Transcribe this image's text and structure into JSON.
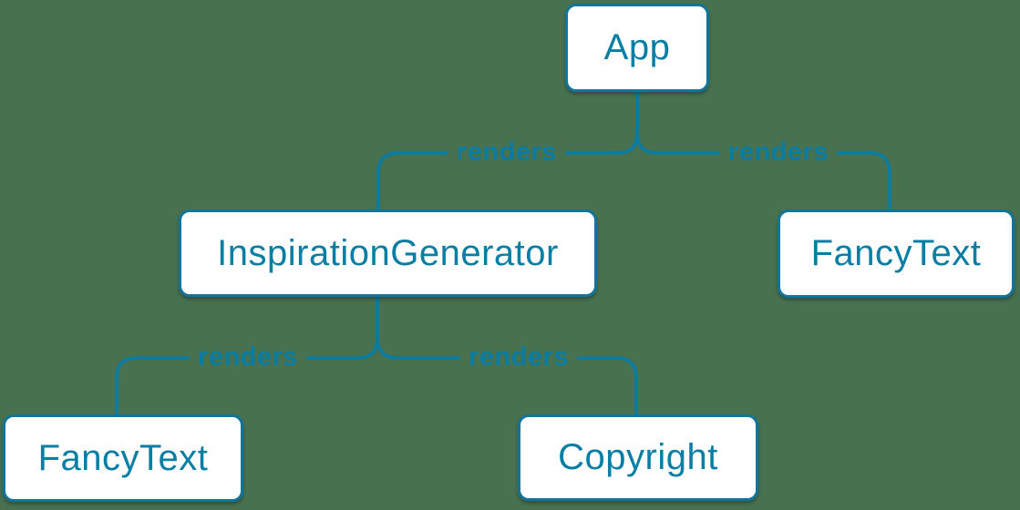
{
  "colors": {
    "background": "#48714F",
    "accent_blue": "#087EA4",
    "line_blue": "#0B7CA1",
    "node_fill": "#ffffff"
  },
  "diagram": {
    "type": "component-tree",
    "nodes": [
      {
        "id": "app",
        "label": "App"
      },
      {
        "id": "inspiration-generator",
        "label": "InspirationGenerator"
      },
      {
        "id": "fancy-text-right",
        "label": "FancyText"
      },
      {
        "id": "fancy-text-left",
        "label": "FancyText"
      },
      {
        "id": "copyright",
        "label": "Copyright"
      }
    ],
    "edges": [
      {
        "from": "App",
        "to": "InspirationGenerator",
        "label": "renders"
      },
      {
        "from": "App",
        "to": "FancyText",
        "label": "renders"
      },
      {
        "from": "InspirationGenerator",
        "to": "FancyText",
        "label": "renders"
      },
      {
        "from": "InspirationGenerator",
        "to": "Copyright",
        "label": "renders"
      }
    ]
  }
}
